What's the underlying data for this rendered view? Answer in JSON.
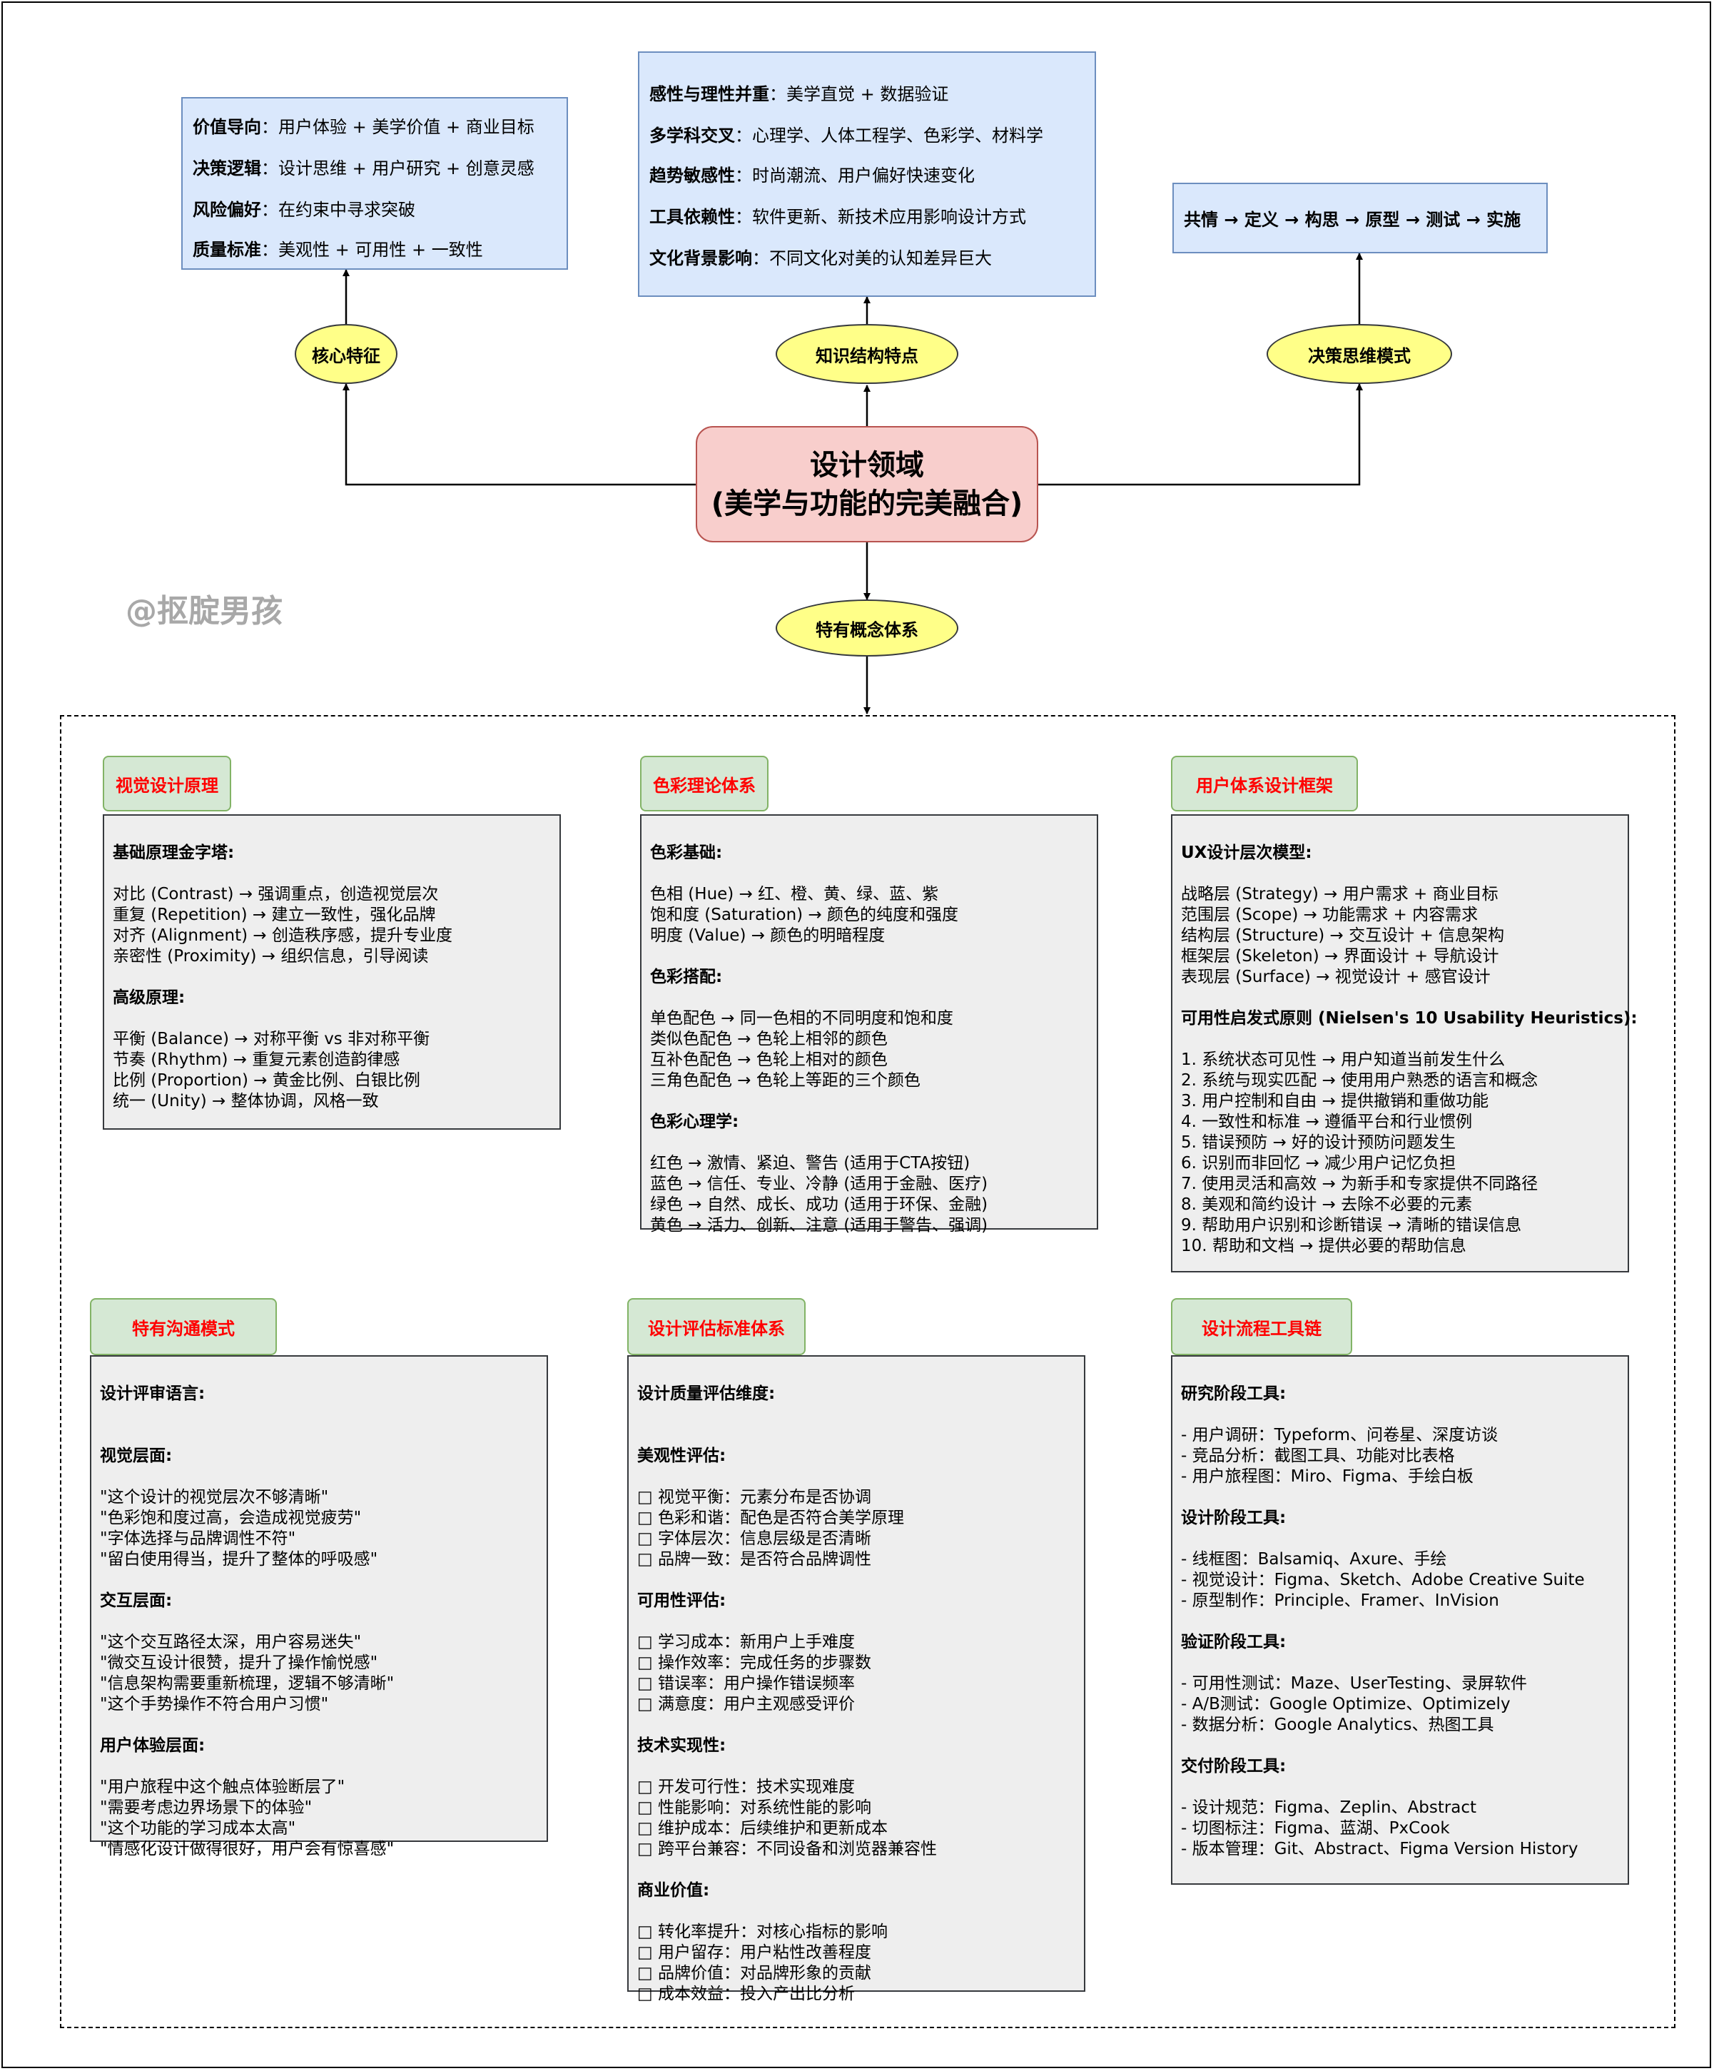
{
  "center": {
    "line1": "设计领域",
    "line2": "(美学与功能的完美融合)"
  },
  "watermark": "@抠腚男孩",
  "ellipses": {
    "core": "核心特征",
    "knowledge": "知识结构特点",
    "decision": "决策思维模式",
    "concepts": "特有概念体系"
  },
  "core_box": [
    {
      "key": "价值导向",
      "value": "：用户体验 + 美学价值 + 商业目标"
    },
    {
      "key": "决策逻辑",
      "value": "：设计思维 + 用户研究 + 创意灵感"
    },
    {
      "key": "风险偏好",
      "value": "：在约束中寻求突破"
    },
    {
      "key": "质量标准",
      "value": "：美观性 + 可用性 + 一致性"
    }
  ],
  "knowledge_box": [
    {
      "key": "感性与理性并重",
      "value": "：美学直觉 + 数据验证"
    },
    {
      "key": "多学科交叉",
      "value": "：心理学、人体工程学、色彩学、材料学"
    },
    {
      "key": "趋势敏感性",
      "value": "：时尚潮流、用户偏好快速变化"
    },
    {
      "key": "工具依赖性",
      "value": "：软件更新、新技术应用影响设计方式"
    },
    {
      "key": "文化背景影响",
      "value": "：不同文化对美的认知差异巨大"
    }
  ],
  "decision_box": {
    "text": "共情 → 定义 → 构思 → 原型 → 测试 → 实施"
  },
  "panels": {
    "visual": {
      "tag": "视觉设计原理",
      "lines": [
        {
          "t": "基础原理金字塔:",
          "h": true
        },
        {
          "t": "对比 (Contrast) → 强调重点，创造视觉层次"
        },
        {
          "t": "重复 (Repetition) → 建立一致性，强化品牌"
        },
        {
          "t": "对齐 (Alignment) → 创造秩序感，提升专业度"
        },
        {
          "t": "亲密性 (Proximity) → 组织信息，引导阅读"
        },
        {
          "t": "高级原理:",
          "h": true
        },
        {
          "t": "平衡 (Balance) → 对称平衡 vs 非对称平衡"
        },
        {
          "t": "节奏 (Rhythm) → 重复元素创造韵律感"
        },
        {
          "t": "比例 (Proportion) → 黄金比例、白银比例"
        },
        {
          "t": "统一 (Unity) → 整体协调，风格一致"
        }
      ]
    },
    "color": {
      "tag": "色彩理论体系",
      "lines": [
        {
          "t": "色彩基础:",
          "h": true
        },
        {
          "t": "色相 (Hue) → 红、橙、黄、绿、蓝、紫"
        },
        {
          "t": "饱和度 (Saturation) → 颜色的纯度和强度"
        },
        {
          "t": "明度 (Value) → 颜色的明暗程度"
        },
        {
          "t": "色彩搭配:",
          "h": true
        },
        {
          "t": "单色配色 → 同一色相的不同明度和饱和度"
        },
        {
          "t": "类似色配色 → 色轮上相邻的颜色"
        },
        {
          "t": "互补色配色 → 色轮上相对的颜色"
        },
        {
          "t": "三角色配色 → 色轮上等距的三个颜色"
        },
        {
          "t": "色彩心理学:",
          "h": true
        },
        {
          "t": "红色 → 激情、紧迫、警告 (适用于CTA按钮)"
        },
        {
          "t": "蓝色 → 信任、专业、冷静 (适用于金融、医疗)"
        },
        {
          "t": "绿色 → 自然、成长、成功 (适用于环保、金融)"
        },
        {
          "t": "黄色 → 活力、创新、注意 (适用于警告、强调)"
        }
      ]
    },
    "ux": {
      "tag": "用户体系设计框架",
      "lines": [
        {
          "t": "UX设计层次模型:",
          "h": true
        },
        {
          "t": "战略层 (Strategy) → 用户需求 + 商业目标"
        },
        {
          "t": "范围层 (Scope) → 功能需求 + 内容需求"
        },
        {
          "t": "结构层 (Structure) → 交互设计 + 信息架构"
        },
        {
          "t": "框架层 (Skeleton) → 界面设计 + 导航设计"
        },
        {
          "t": "表现层 (Surface) → 视觉设计 + 感官设计"
        },
        {
          "t": "可用性启发式原则 (Nielsen's 10 Usability Heuristics):",
          "h": true
        },
        {
          "t": "1. 系统状态可见性 → 用户知道当前发生什么"
        },
        {
          "t": "2. 系统与现实匹配 → 使用用户熟悉的语言和概念"
        },
        {
          "t": "3. 用户控制和自由 → 提供撤销和重做功能"
        },
        {
          "t": "4. 一致性和标准 → 遵循平台和行业惯例"
        },
        {
          "t": "5. 错误预防 → 好的设计预防问题发生"
        },
        {
          "t": "6. 识别而非回忆 → 减少用户记忆负担"
        },
        {
          "t": "7. 使用灵活和高效 → 为新手和专家提供不同路径"
        },
        {
          "t": "8. 美观和简约设计 → 去除不必要的元素"
        },
        {
          "t": "9. 帮助用户识别和诊断错误 → 清晰的错误信息"
        },
        {
          "t": "10. 帮助和文档 → 提供必要的帮助信息"
        }
      ]
    },
    "comm": {
      "tag": "特有沟通模式",
      "lines": [
        {
          "t": "设计评审语言:",
          "h": true
        },
        {
          "t": "视觉层面:",
          "h": true
        },
        {
          "t": "\"这个设计的视觉层次不够清晰\""
        },
        {
          "t": "\"色彩饱和度过高，会造成视觉疲劳\""
        },
        {
          "t": "\"字体选择与品牌调性不符\""
        },
        {
          "t": "\"留白使用得当，提升了整体的呼吸感\""
        },
        {
          "t": "交互层面:",
          "h": true
        },
        {
          "t": "\"这个交互路径太深，用户容易迷失\""
        },
        {
          "t": "\"微交互设计很赞，提升了操作愉悦感\""
        },
        {
          "t": "\"信息架构需要重新梳理，逻辑不够清晰\""
        },
        {
          "t": "\"这个手势操作不符合用户习惯\""
        },
        {
          "t": "用户体验层面:",
          "h": true
        },
        {
          "t": "\"用户旅程中这个触点体验断层了\""
        },
        {
          "t": "\"需要考虑边界场景下的体验\""
        },
        {
          "t": "\"这个功能的学习成本太高\""
        },
        {
          "t": "\"情感化设计做得很好，用户会有惊喜感\""
        }
      ]
    },
    "eval": {
      "tag": "设计评估标准体系",
      "lines": [
        {
          "t": "设计质量评估维度:",
          "h": true
        },
        {
          "t": "美观性评估:",
          "h": true
        },
        {
          "t": "□ 视觉平衡：元素分布是否协调"
        },
        {
          "t": "□ 色彩和谐：配色是否符合美学原理"
        },
        {
          "t": "□ 字体层次：信息层级是否清晰"
        },
        {
          "t": "□ 品牌一致：是否符合品牌调性"
        },
        {
          "t": "可用性评估:",
          "h": true
        },
        {
          "t": "□ 学习成本：新用户上手难度"
        },
        {
          "t": "□ 操作效率：完成任务的步骤数"
        },
        {
          "t": "□ 错误率：用户操作错误频率"
        },
        {
          "t": "□ 满意度：用户主观感受评价"
        },
        {
          "t": "技术实现性:",
          "h": true
        },
        {
          "t": "□ 开发可行性：技术实现难度"
        },
        {
          "t": "□ 性能影响：对系统性能的影响"
        },
        {
          "t": "□ 维护成本：后续维护和更新成本"
        },
        {
          "t": "□ 跨平台兼容：不同设备和浏览器兼容性"
        },
        {
          "t": "商业价值:",
          "h": true
        },
        {
          "t": "□ 转化率提升：对核心指标的影响"
        },
        {
          "t": "□ 用户留存：用户粘性改善程度"
        },
        {
          "t": "□ 品牌价值：对品牌形象的贡献"
        },
        {
          "t": "□ 成本效益：投入产出比分析"
        }
      ]
    },
    "tools": {
      "tag": "设计流程工具链",
      "lines": [
        {
          "t": "研究阶段工具:",
          "h": true
        },
        {
          "t": "- 用户调研：Typeform、问卷星、深度访谈"
        },
        {
          "t": "- 竞品分析：截图工具、功能对比表格"
        },
        {
          "t": "- 用户旅程图：Miro、Figma、手绘白板"
        },
        {
          "t": "设计阶段工具:",
          "h": true
        },
        {
          "t": "- 线框图：Balsamiq、Axure、手绘"
        },
        {
          "t": "- 视觉设计：Figma、Sketch、Adobe Creative Suite"
        },
        {
          "t": "- 原型制作：Principle、Framer、InVision"
        },
        {
          "t": "验证阶段工具:",
          "h": true
        },
        {
          "t": "- 可用性测试：Maze、UserTesting、录屏软件"
        },
        {
          "t": "- A/B测试：Google Optimize、Optimizely"
        },
        {
          "t": "- 数据分析：Google Analytics、热图工具"
        },
        {
          "t": "交付阶段工具:",
          "h": true
        },
        {
          "t": "- 设计规范：Figma、Zeplin、Abstract"
        },
        {
          "t": "- 切图标注：Figma、蓝湖、PxCook"
        },
        {
          "t": "- 版本管理：Git、Abstract、Figma Version History"
        }
      ]
    }
  }
}
